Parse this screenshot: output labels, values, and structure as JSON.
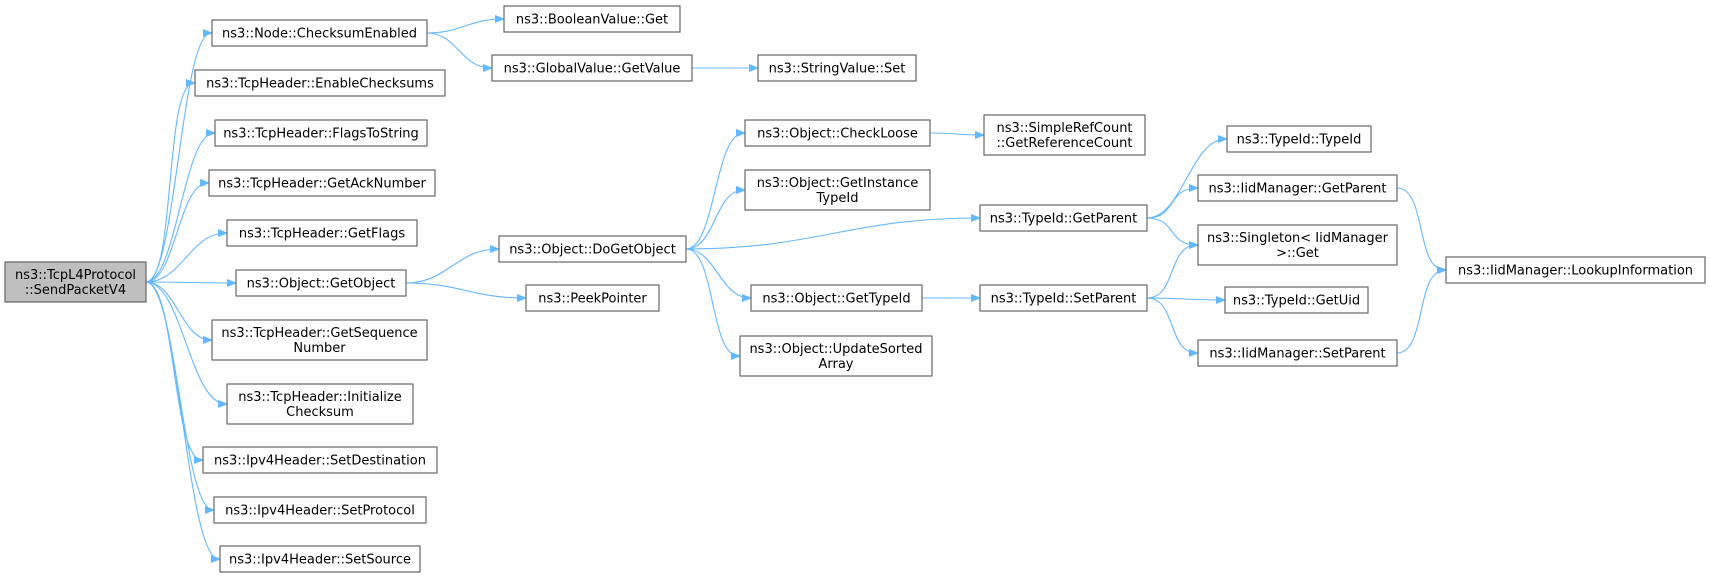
{
  "graph": {
    "root": "sendpacketv4",
    "nodes": [
      {
        "id": "sendpacketv4",
        "lines": [
          "ns3::TcpL4Protocol",
          "::SendPacketV4"
        ],
        "highlight": true
      },
      {
        "id": "checksumenabled",
        "lines": [
          "ns3::Node::ChecksumEnabled"
        ]
      },
      {
        "id": "booleanvalue_get",
        "lines": [
          "ns3::BooleanValue::Get"
        ]
      },
      {
        "id": "globalvalue_getvalue",
        "lines": [
          "ns3::GlobalValue::GetValue"
        ]
      },
      {
        "id": "stringvalue_set",
        "lines": [
          "ns3::StringValue::Set"
        ]
      },
      {
        "id": "enablechecksums",
        "lines": [
          "ns3::TcpHeader::EnableChecksums"
        ]
      },
      {
        "id": "flagstostring",
        "lines": [
          "ns3::TcpHeader::FlagsToString"
        ]
      },
      {
        "id": "getacknumber",
        "lines": [
          "ns3::TcpHeader::GetAckNumber"
        ]
      },
      {
        "id": "getflags",
        "lines": [
          "ns3::TcpHeader::GetFlags"
        ]
      },
      {
        "id": "getobject",
        "lines": [
          "ns3::Object::GetObject"
        ]
      },
      {
        "id": "getsequencenumber",
        "lines": [
          "ns3::TcpHeader::GetSequence",
          "Number"
        ]
      },
      {
        "id": "initializechecksum",
        "lines": [
          "ns3::TcpHeader::Initialize",
          "Checksum"
        ]
      },
      {
        "id": "setdestination",
        "lines": [
          "ns3::Ipv4Header::SetDestination"
        ]
      },
      {
        "id": "setprotocol",
        "lines": [
          "ns3::Ipv4Header::SetProtocol"
        ]
      },
      {
        "id": "setsource",
        "lines": [
          "ns3::Ipv4Header::SetSource"
        ]
      },
      {
        "id": "dogetobject",
        "lines": [
          "ns3::Object::DoGetObject"
        ]
      },
      {
        "id": "peekpointer",
        "lines": [
          "ns3::PeekPointer"
        ]
      },
      {
        "id": "checkloose",
        "lines": [
          "ns3::Object::CheckLoose"
        ]
      },
      {
        "id": "getreferencecount",
        "lines": [
          "ns3::SimpleRefCount",
          "::GetReferenceCount"
        ]
      },
      {
        "id": "getinstancetypeid",
        "lines": [
          "ns3::Object::GetInstance",
          "TypeId"
        ]
      },
      {
        "id": "object_gettypeid",
        "lines": [
          "ns3::Object::GetTypeId"
        ]
      },
      {
        "id": "updatesortedarray",
        "lines": [
          "ns3::Object::UpdateSorted",
          "Array"
        ]
      },
      {
        "id": "typeid_getparent",
        "lines": [
          "ns3::TypeId::GetParent"
        ]
      },
      {
        "id": "typeid_setparent",
        "lines": [
          "ns3::TypeId::SetParent"
        ]
      },
      {
        "id": "typeid_typeid",
        "lines": [
          "ns3::TypeId::TypeId"
        ]
      },
      {
        "id": "iidmanager_getparent",
        "lines": [
          "ns3::IidManager::GetParent"
        ]
      },
      {
        "id": "singleton_get",
        "lines": [
          "ns3::Singleton< IidManager",
          " >::Get"
        ]
      },
      {
        "id": "typeid_getuid",
        "lines": [
          "ns3::TypeId::GetUid"
        ]
      },
      {
        "id": "iidmanager_setparent",
        "lines": [
          "ns3::IidManager::SetParent"
        ]
      },
      {
        "id": "lookupinformation",
        "lines": [
          "ns3::IidManager::LookupInformation"
        ]
      }
    ],
    "edges": [
      [
        "sendpacketv4",
        "checksumenabled"
      ],
      [
        "sendpacketv4",
        "enablechecksums"
      ],
      [
        "sendpacketv4",
        "flagstostring"
      ],
      [
        "sendpacketv4",
        "getacknumber"
      ],
      [
        "sendpacketv4",
        "getflags"
      ],
      [
        "sendpacketv4",
        "getobject"
      ],
      [
        "sendpacketv4",
        "getsequencenumber"
      ],
      [
        "sendpacketv4",
        "initializechecksum"
      ],
      [
        "sendpacketv4",
        "setdestination"
      ],
      [
        "sendpacketv4",
        "setprotocol"
      ],
      [
        "sendpacketv4",
        "setsource"
      ],
      [
        "checksumenabled",
        "booleanvalue_get"
      ],
      [
        "checksumenabled",
        "globalvalue_getvalue"
      ],
      [
        "globalvalue_getvalue",
        "stringvalue_set"
      ],
      [
        "getobject",
        "dogetobject"
      ],
      [
        "getobject",
        "peekpointer"
      ],
      [
        "dogetobject",
        "checkloose"
      ],
      [
        "dogetobject",
        "getinstancetypeid"
      ],
      [
        "dogetobject",
        "typeid_getparent"
      ],
      [
        "dogetobject",
        "object_gettypeid"
      ],
      [
        "dogetobject",
        "updatesortedarray"
      ],
      [
        "checkloose",
        "getreferencecount"
      ],
      [
        "typeid_getparent",
        "typeid_typeid"
      ],
      [
        "typeid_getparent",
        "iidmanager_getparent"
      ],
      [
        "typeid_getparent",
        "singleton_get"
      ],
      [
        "object_gettypeid",
        "typeid_setparent"
      ],
      [
        "typeid_setparent",
        "singleton_get"
      ],
      [
        "typeid_setparent",
        "typeid_getuid"
      ],
      [
        "typeid_setparent",
        "iidmanager_setparent"
      ],
      [
        "iidmanager_getparent",
        "lookupinformation"
      ],
      [
        "iidmanager_setparent",
        "lookupinformation"
      ]
    ]
  },
  "colors": {
    "edge": "#63b8ff",
    "node_border": "#666666",
    "root_fill": "#bfbfbf",
    "node_fill": "#ffffff"
  }
}
